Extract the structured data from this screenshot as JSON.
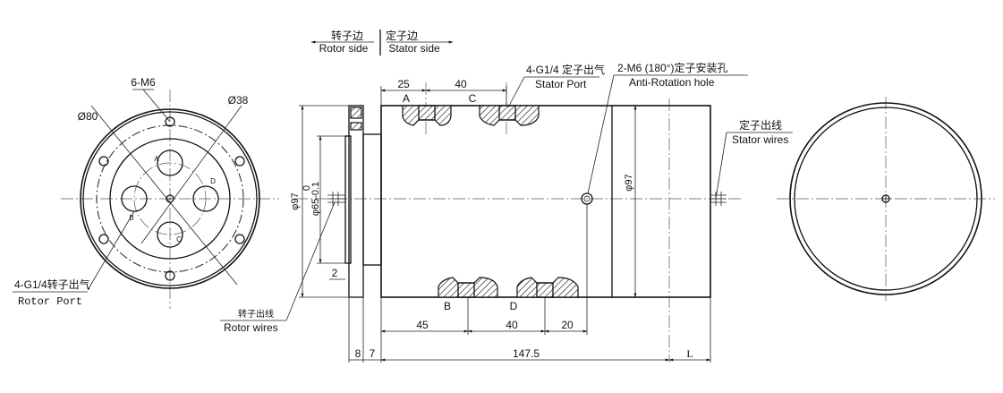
{
  "header": {
    "rotor_side_cn": "转子边",
    "rotor_side_en": "Rotor side",
    "stator_side_cn": "定子边",
    "stator_side_en": "Stator side"
  },
  "front_view": {
    "bolt_label": "6-M6",
    "outer_diameter": "Ø80",
    "inner_diameter": "Ø38",
    "port_letters": [
      "A",
      "B",
      "C",
      "D"
    ],
    "rotor_port_cn": "4-G1/4转子出气",
    "rotor_port_en": "Rotor Port"
  },
  "side_view": {
    "dim_top_25": "25",
    "dim_top_40": "40",
    "port_a": "A",
    "port_c": "C",
    "port_b": "B",
    "port_d": "D",
    "stator_port_cn": "4-G1/4 定子出气",
    "stator_port_en": "Stator Port",
    "anti_rotation_cn": "2-M6 (180°)定子安装孔",
    "anti_rotation_en": "Anti-Rotation hole",
    "stator_wires_cn": "定子出线",
    "stator_wires_en": "Stator wires",
    "rotor_wires_cn": "转子出线",
    "rotor_wires_en": "Rotor wires",
    "dim_phi97_left": "φ97",
    "dim_zero": "0",
    "dim_phi65": "φ65-0.1",
    "dim_phi97_right": "φ97",
    "dim_2": "2",
    "dim_45": "45",
    "dim_40_bottom": "40",
    "dim_20": "20",
    "dim_8": "8",
    "dim_7": "7",
    "dim_147": "147.5",
    "dim_l": "L"
  }
}
